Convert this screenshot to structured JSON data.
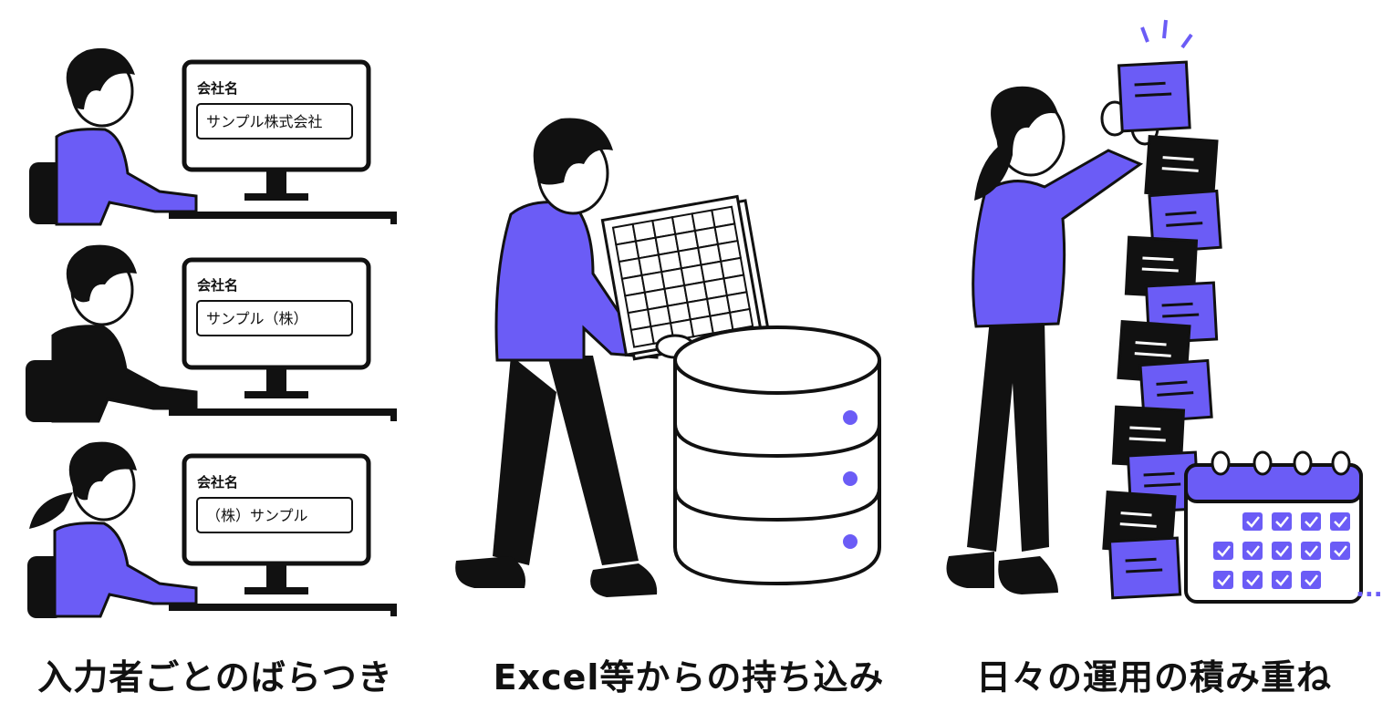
{
  "colors": {
    "accent": "#6b5cf6",
    "ink": "#111111",
    "paper": "#ffffff"
  },
  "panel1": {
    "caption": "入力者ごとのばらつき",
    "screens": [
      {
        "label": "会社名",
        "value": "サンプル株式会社"
      },
      {
        "label": "会社名",
        "value": "サンプル（株）"
      },
      {
        "label": "会社名",
        "value": "（株）サンプル"
      }
    ]
  },
  "panel2": {
    "caption": "Excel等からの持ち込み"
  },
  "panel3": {
    "caption": "日々の運用の積み重ね",
    "calendar_checks": 14,
    "more": "..."
  }
}
